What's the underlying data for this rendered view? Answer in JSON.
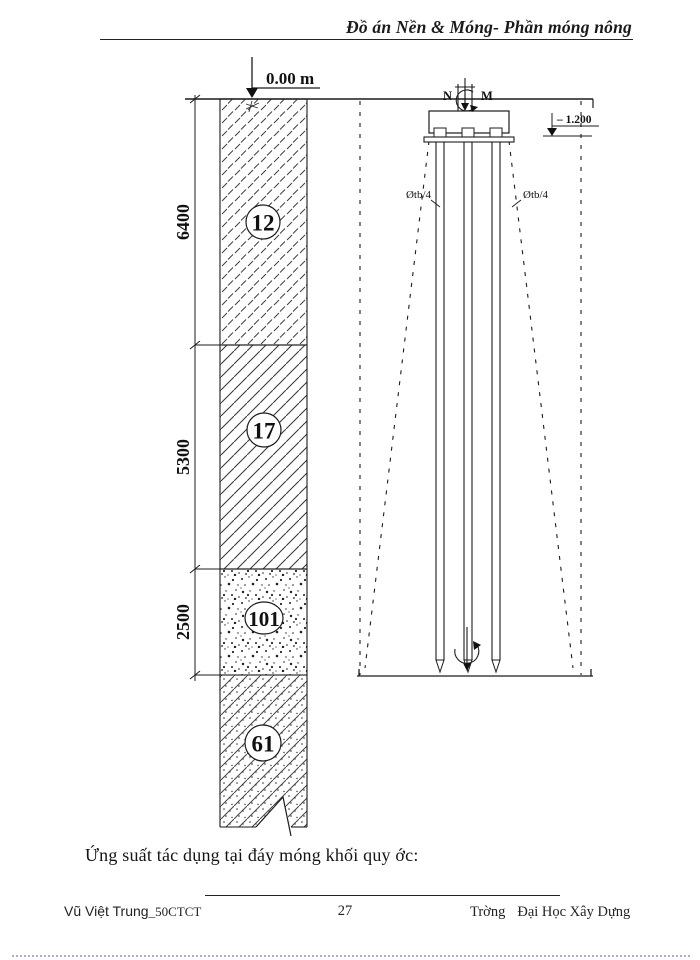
{
  "header": {
    "title": "Đồ án Nền & Móng- Phần móng nông"
  },
  "drawing": {
    "datum_label": "0.00 m",
    "elevation_label": "– 1.200",
    "axial_force_label": "N",
    "moment_label": "M",
    "spread_angle_label_left": "Øtb/4",
    "spread_angle_label_right": "Øtb/4",
    "soil_layers": [
      {
        "spt_value": "12",
        "thickness": "6400",
        "hatch": "short-dash-silt"
      },
      {
        "spt_value": "17",
        "thickness": "5300",
        "hatch": "diagonal-clay"
      },
      {
        "spt_value": "101",
        "thickness": "2500",
        "hatch": "stipple-sand"
      },
      {
        "spt_value": "61",
        "thickness": null,
        "hatch": "diagonal-with-stipple"
      }
    ]
  },
  "caption": "Ứng suất tác dụng tại đáy móng khối quy ớc:",
  "footer": {
    "author": "Vũ Việt Trung",
    "author_class": "_50CTCT",
    "page_number": "27",
    "university_prefix": "Trờng",
    "university_name": "Đại Học Xây Dựng"
  }
}
